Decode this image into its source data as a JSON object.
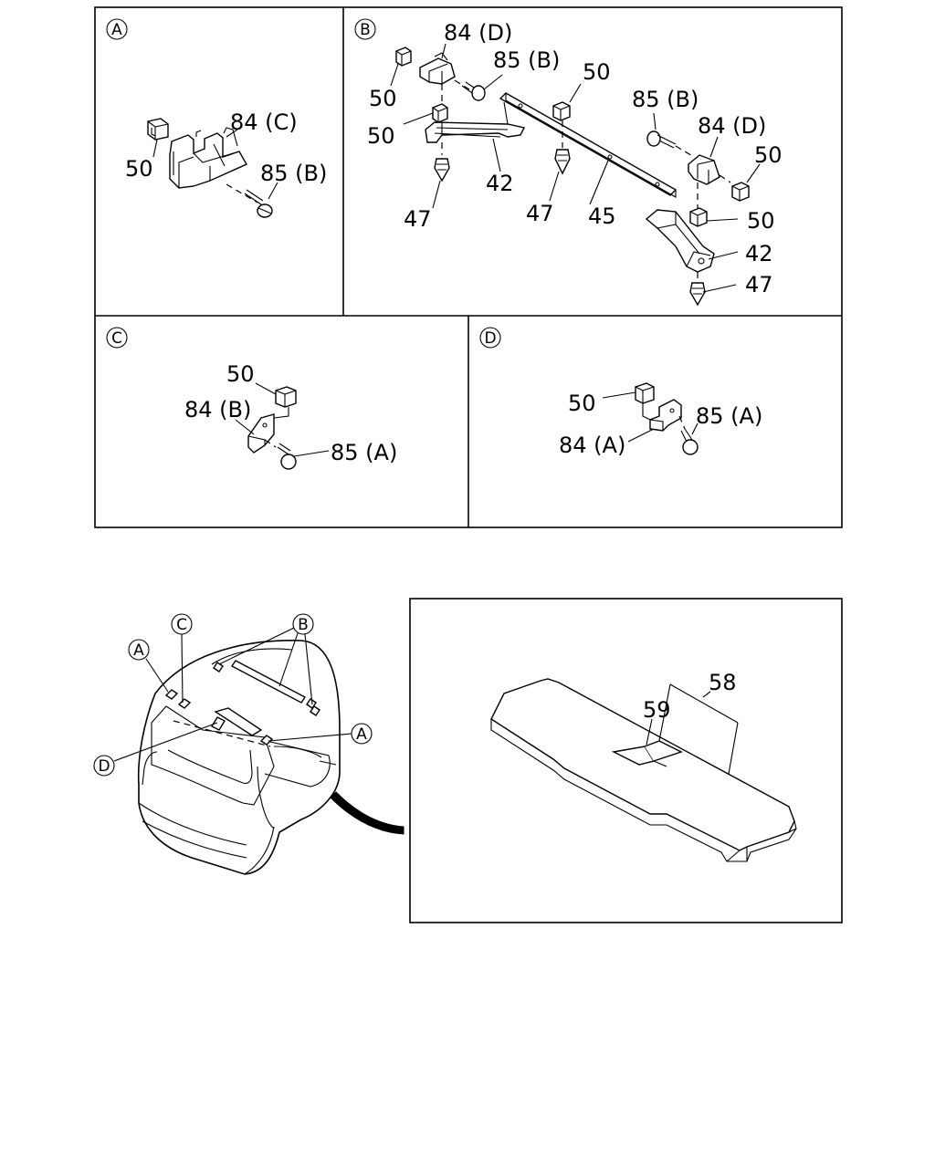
{
  "sections": {
    "A": {
      "tag": "A",
      "labels": {
        "clip": "50",
        "bracket": "84 (C)",
        "screw": "85 (B)"
      }
    },
    "B": {
      "tag": "B",
      "labels": {
        "bracket_left": "84 (D)",
        "screw_left": "85 (B)",
        "clip_top_left": "50",
        "clip_mid_left": "50",
        "clip_bar": "50",
        "screw_right": "85 (B)",
        "bracket_right": "84 (D)",
        "clip_right": "50",
        "clip_lower_right": "50",
        "support_left": "42",
        "support_right": "42",
        "pin_left": "47",
        "pin_mid": "47",
        "pin_right": "47",
        "bar": "45"
      }
    },
    "C": {
      "tag": "C",
      "labels": {
        "clip": "50",
        "bracket": "84 (B)",
        "screw": "85 (A)"
      }
    },
    "D": {
      "tag": "D",
      "labels": {
        "clip": "50",
        "bracket": "84 (A)",
        "screw": "85 (A)"
      }
    }
  },
  "vehicle": {
    "callouts": {
      "A_left": "A",
      "C": "C",
      "B": "B",
      "A_right": "A",
      "D": "D"
    }
  },
  "board": {
    "labels": {
      "panel": "58",
      "handle": "59"
    }
  }
}
